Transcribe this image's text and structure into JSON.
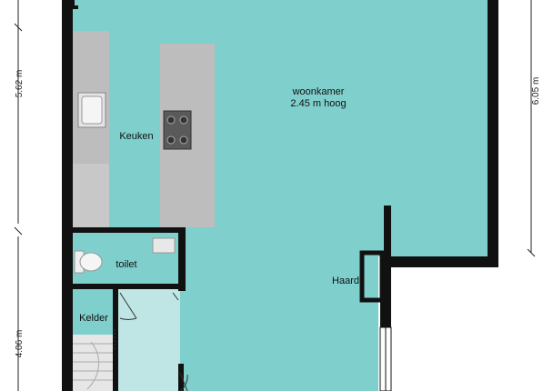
{
  "colors": {
    "room_floor": "#7fcfcc",
    "hall_floor": "#bfe6e4",
    "wall": "#111111",
    "kitchen_unit": "#bdbdbd",
    "toilet_floor": "#d9ecec",
    "stair": "#e6e6e6",
    "background": "#ffffff"
  },
  "rooms": {
    "living": {
      "name": "woonkamer",
      "height": "2.45 m hoog"
    },
    "kitchen": {
      "name": "Keuken"
    },
    "toilet": {
      "name": "toilet"
    },
    "basement": {
      "name": "Kelder"
    },
    "fireplace": {
      "name": "Haard"
    }
  },
  "dimensions": {
    "left_top": "5.62 m",
    "left_bottom": "4.06 m",
    "right_top": "6.05 m"
  },
  "icons": [
    "stove-icon",
    "sink-icon",
    "toilet-icon",
    "washbasin-icon",
    "stairs-icon",
    "door-swing-icon"
  ]
}
